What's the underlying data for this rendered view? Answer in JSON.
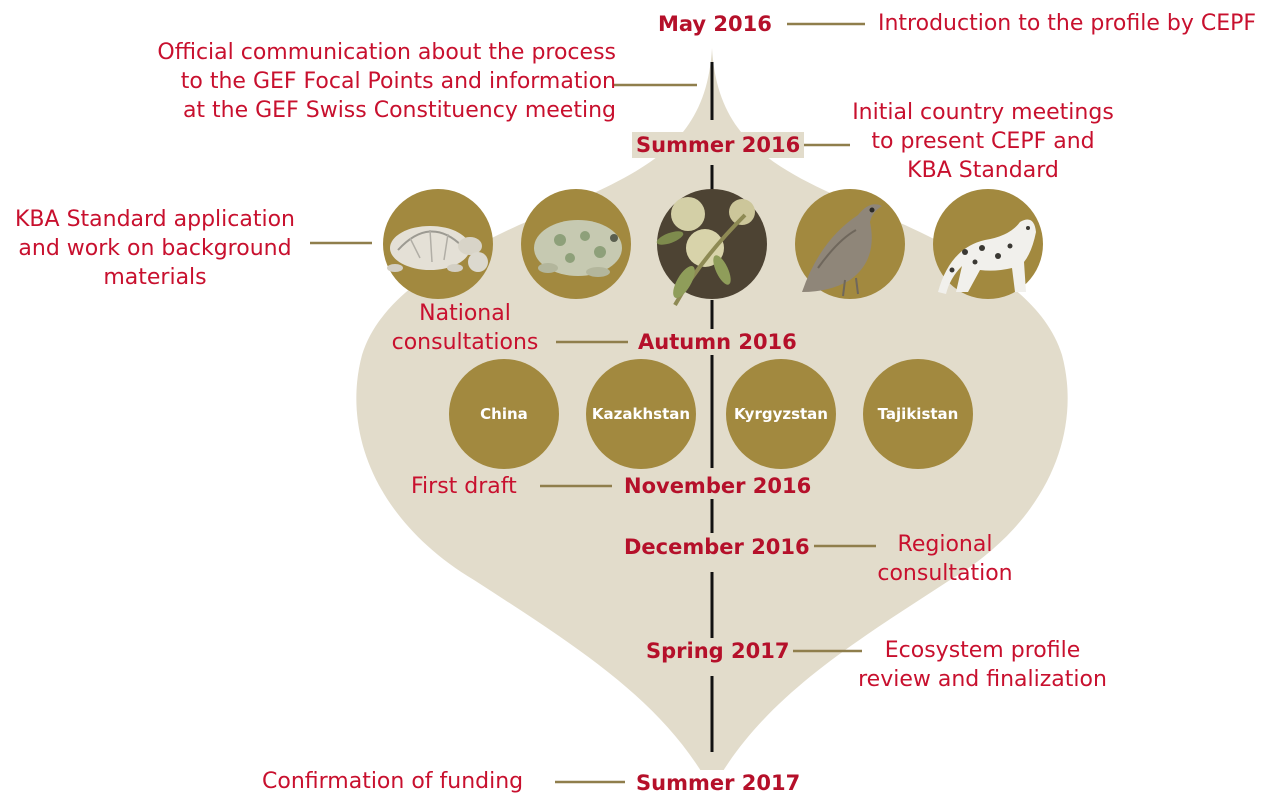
{
  "colors": {
    "shape_fill": "#e2dccb",
    "connector": "#8f7e4c",
    "circle_fill": "#a2893f",
    "circle_dark": "#4d4333",
    "date_text": "#b5102a",
    "label_text": "#c8102e",
    "axis": "#111111"
  },
  "timeline": {
    "dates": {
      "may_2016": "May 2016",
      "summer_2016": "Summer 2016",
      "autumn_2016": "Autumn 2016",
      "november_2016": "November 2016",
      "december_2016": "December 2016",
      "spring_2017": "Spring 2017",
      "summer_2017": "Summer 2017"
    },
    "labels": {
      "introduction": "Introduction to the profile by CEPF",
      "official_communication": [
        "Official communication about the process",
        "to the GEF Focal Points and information",
        "at the GEF Swiss Constituency meeting"
      ],
      "initial_meetings": [
        "Initial country meetings",
        "to present CEPF and",
        "KBA Standard"
      ],
      "kba_application": [
        "KBA Standard application",
        "and work on background",
        "materials"
      ],
      "national_consultations": [
        "National",
        "consultations"
      ],
      "first_draft": "First draft",
      "regional_consultation": [
        "Regional",
        "consultation"
      ],
      "ecosystem_review": [
        "Ecosystem profile",
        "review and finalization"
      ],
      "confirmation_funding": "Confirmation of funding"
    }
  },
  "countries": [
    "China",
    "Kazakhstan",
    "Kyrgyzstan",
    "Tajikistan"
  ],
  "species_icons": [
    "tortoise-icon",
    "toad-icon",
    "fruit-branch-icon",
    "eagle-icon",
    "snow-leopard-icon"
  ]
}
